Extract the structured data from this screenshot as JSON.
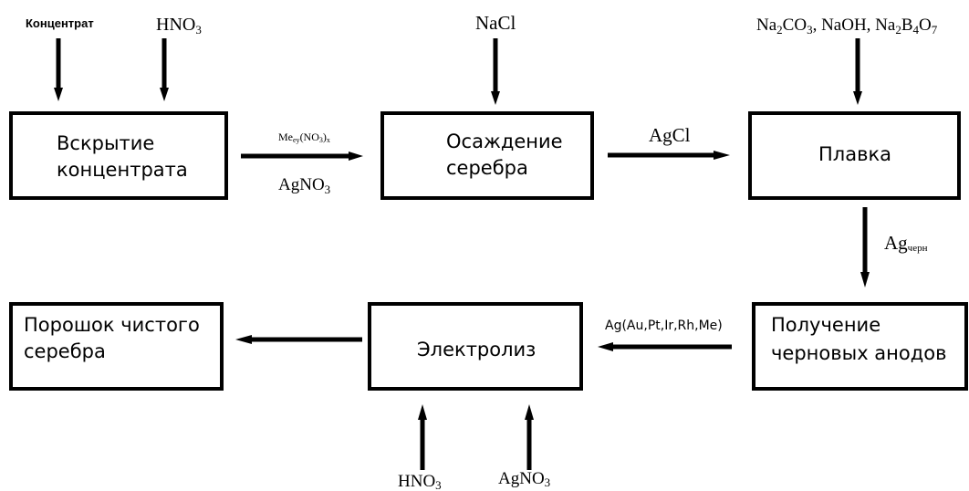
{
  "boxes": {
    "opening": [
      "Вскрытие",
      "концентрата"
    ],
    "precipitation": [
      "Осаждение",
      "серебра"
    ],
    "smelting": [
      "Плавка"
    ],
    "anodes": [
      "Получение",
      "черновых анодов"
    ],
    "electrolysis": [
      "Электролиз"
    ],
    "powder": [
      "Порошок чистого",
      "серебра"
    ]
  },
  "inputs": {
    "concentrate": "Концентрат",
    "hno3_top": [
      "HNO",
      "3"
    ],
    "nacl": "NaCl",
    "flux": [
      {
        "t": "Na",
        "s": false
      },
      {
        "t": "2",
        "s": true
      },
      {
        "t": "CO",
        "s": false
      },
      {
        "t": "3",
        "s": true
      },
      {
        "t": ", NaOH, Na",
        "s": false
      },
      {
        "t": "2",
        "s": true
      },
      {
        "t": "B",
        "s": false
      },
      {
        "t": "4",
        "s": true
      },
      {
        "t": "O",
        "s": false
      },
      {
        "t": "7",
        "s": true
      }
    ],
    "hno3_bottom": [
      "HNO",
      "3"
    ],
    "agno3_bottom": [
      "AgNO",
      "3"
    ]
  },
  "flows": {
    "nitrates": [
      {
        "t": "Me",
        "s": false
      },
      {
        "t": "ey",
        "s": true
      },
      {
        "t": "(NO",
        "s": false
      },
      {
        "t": "3",
        "s": true
      },
      {
        "t": ")",
        "s": false
      },
      {
        "t": "x",
        "s": true
      }
    ],
    "agno3": [
      "AgNO",
      "3"
    ],
    "agcl": "AgCl",
    "ag_crude": [
      "Ag",
      "черн"
    ],
    "ag_alloy": "Ag(Au,Pt,Ir,Rh,Me)"
  }
}
